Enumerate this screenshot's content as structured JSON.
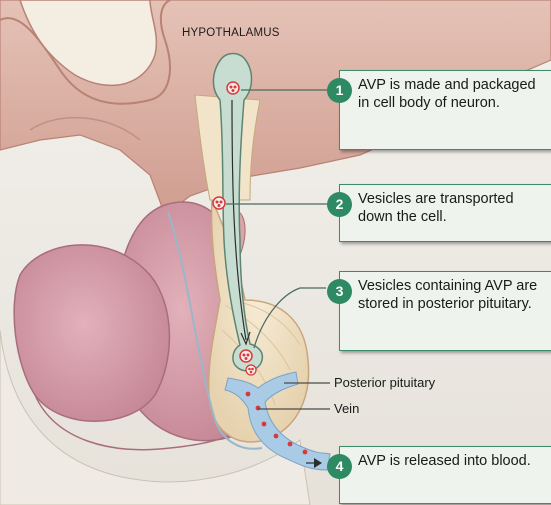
{
  "labels": {
    "hypothalamus": "HYPOTHALAMUS",
    "posterior_pituitary": "Posterior pituitary",
    "vein": "Vein"
  },
  "steps": [
    {
      "number": "1",
      "text": "AVP is made and packaged in cell body of neuron."
    },
    {
      "number": "2",
      "text": "Vesicles are transported down the cell."
    },
    {
      "number": "3",
      "text": "Vesicles containing AVP are stored in posterior pituitary."
    },
    {
      "number": "4",
      "text": "AVP is released into blood."
    }
  ],
  "colors": {
    "accent": "#2e8a63",
    "callout_bg": "#eef3ee",
    "brain_tissue": "#dfb5a6",
    "anterior_pituitary": "#d8a0ab",
    "posterior_pituitary": "#f1e4c8",
    "neuron": "#c8ddd2",
    "vein": "#a9cbe6",
    "vesicle": "#d63a3a"
  }
}
